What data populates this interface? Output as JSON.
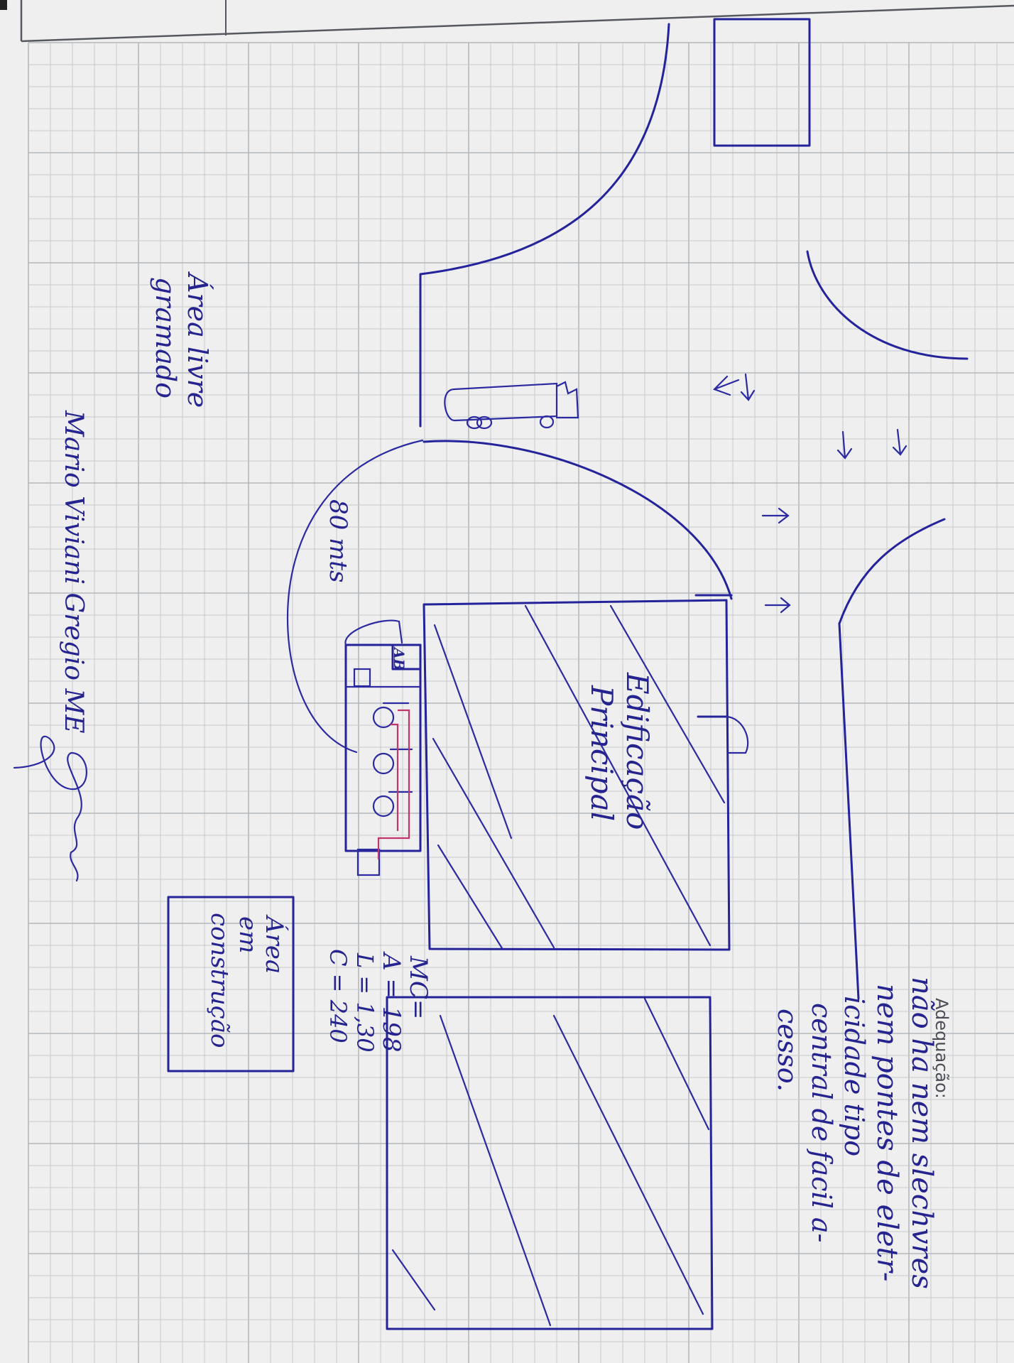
{
  "header": {
    "adequacao_label": "Adequação:"
  },
  "notes": {
    "adequacao_lines": [
      "não ha nem slechvres",
      "nem pontes de eletr-",
      "icidade tipo",
      "central de facil a-",
      "cesso."
    ]
  },
  "labels": {
    "main_building_line1": "Edificação",
    "main_building_line2": "Principal",
    "construction_line1": "Área",
    "construction_line2": "em",
    "construction_line3": "construção",
    "lawn_line1": "Área livre",
    "lawn_line2": "gramado",
    "distance": "80 mts",
    "meter_box": "AB"
  },
  "mc_block": {
    "line1": "MC=",
    "line2": "A = 198",
    "line3": "L = 1,30",
    "line4": "C = 240"
  },
  "signature": {
    "name": "Mario Viviani Gregio ME"
  },
  "colors": {
    "ink": "#24239a",
    "red_ink": "#c0356a",
    "paper": "#efeff0",
    "grid": "#c7cacd"
  }
}
